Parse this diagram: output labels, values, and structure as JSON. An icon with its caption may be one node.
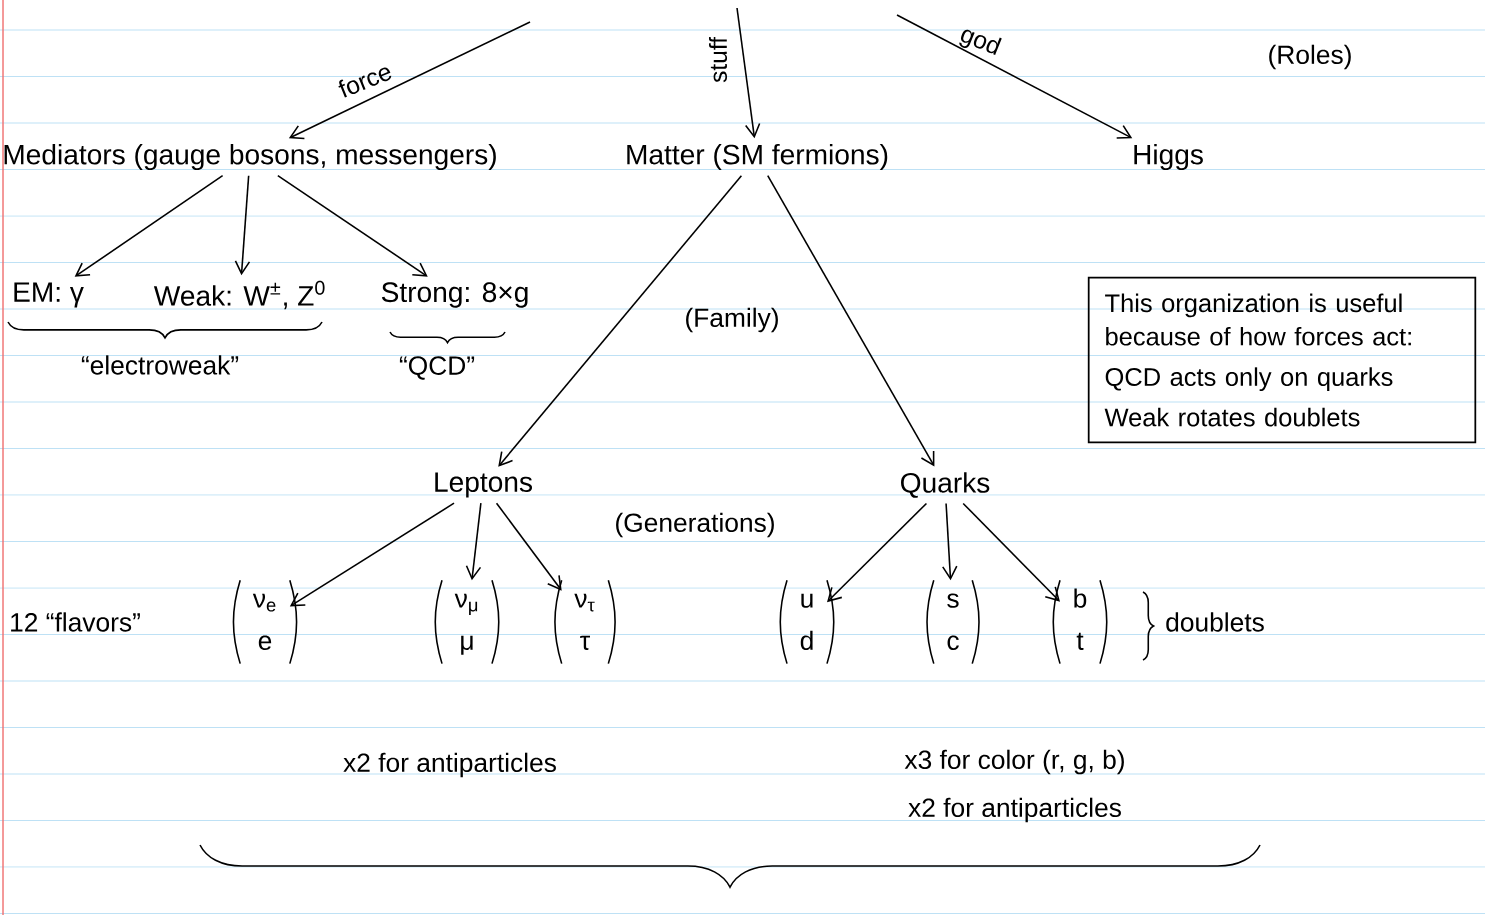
{
  "diagram": {
    "nodes": [
      {
        "text": [
          "Mediators (gauge bosons, messengers)"
        ]
      },
      {
        "text": [
          "Matter (SM fermions)"
        ]
      },
      {
        "text": [
          "Higgs"
        ]
      },
      {
        "text": [
          "EM: γ"
        ]
      },
      {
        "text": [
          "Weak: W$^{±}$, Z$^{0}$"
        ]
      },
      {
        "text": [
          "Strong: 8×g"
        ]
      },
      {
        "text": [
          "Leptons"
        ]
      },
      {
        "text": [
          "Quarks"
        ]
      },
      {
        "text": [
          "ν$_{e}$",
          "e"
        ]
      },
      {
        "text": [
          "ν$_{μ}$",
          "μ"
        ]
      },
      {
        "text": [
          "ν$_{τ}$",
          "τ"
        ]
      },
      {
        "text": [
          "u",
          "d"
        ]
      },
      {
        "text": [
          "s",
          "c"
        ]
      },
      {
        "text": [
          "b",
          "t"
        ]
      },
      {
        "text": [
          "This organization is useful because of how forces act:",
          "QCD acts only on quarks",
          "Weak rotates doublets"
        ]
      }
    ],
    "edges": [
      {
        "from": null,
        "to": 0,
        "arrow": "to",
        "label": "force"
      },
      {
        "from": null,
        "to": 1,
        "arrow": "to",
        "label": "stuff"
      },
      {
        "from": null,
        "to": 2,
        "arrow": "to",
        "label": "god"
      },
      {
        "from": 0,
        "to": 3,
        "arrow": "to"
      },
      {
        "from": 0,
        "to": 4,
        "arrow": "to"
      },
      {
        "from": 0,
        "to": 5,
        "arrow": "to"
      },
      {
        "from": 1,
        "to": 6,
        "arrow": "to"
      },
      {
        "from": 1,
        "to": 7,
        "arrow": "to"
      },
      {
        "from": 6,
        "to": 8,
        "arrow": "to"
      },
      {
        "from": 6,
        "to": 9,
        "arrow": "to"
      },
      {
        "from": 6,
        "to": 10,
        "arrow": "to"
      },
      {
        "from": 7,
        "to": 11,
        "arrow": "to"
      },
      {
        "from": 7,
        "to": 12,
        "arrow": "to"
      },
      {
        "from": 7,
        "to": 13,
        "arrow": "to"
      }
    ],
    "labels": [
      "(Roles)",
      "“electroweak”",
      "“QCD”",
      "(Family)",
      "(Generations)",
      "12 “flavors”",
      "doublets",
      "x2 for antiparticles",
      "x3 for color (r, g, b)",
      "x2 for antiparticles"
    ]
  }
}
